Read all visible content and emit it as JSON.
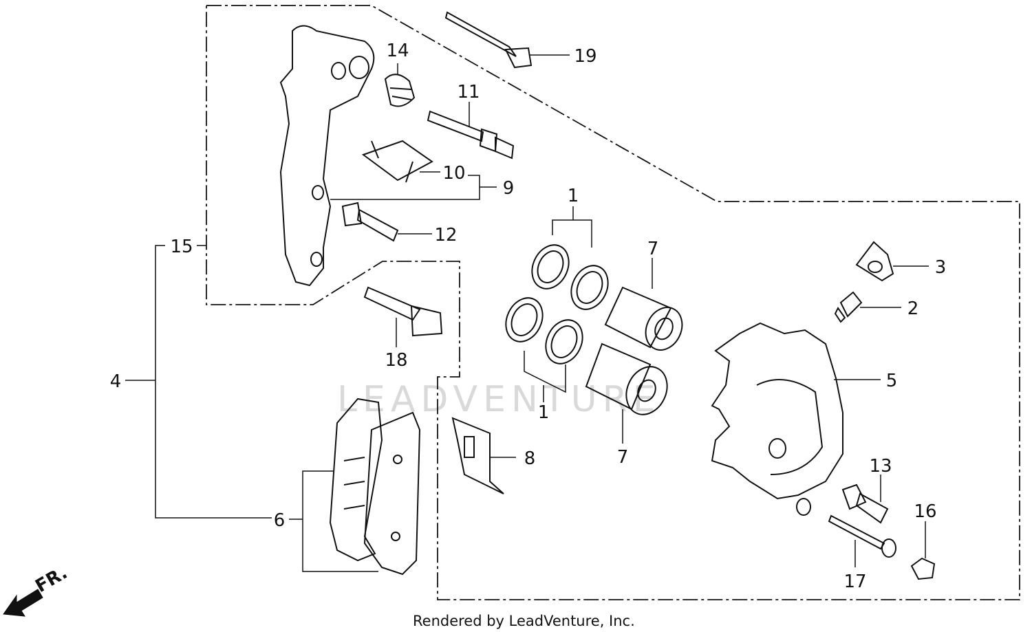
{
  "diagram": {
    "footer": "Rendered by LeadVenture, Inc.",
    "watermark": "LEADVENTURE",
    "direction_marker": "FR.",
    "callouts": [
      {
        "id": "c1a",
        "text": "1"
      },
      {
        "id": "c1b",
        "text": "1"
      },
      {
        "id": "c2",
        "text": "2"
      },
      {
        "id": "c3",
        "text": "3"
      },
      {
        "id": "c4",
        "text": "4"
      },
      {
        "id": "c5",
        "text": "5"
      },
      {
        "id": "c6",
        "text": "6"
      },
      {
        "id": "c7a",
        "text": "7"
      },
      {
        "id": "c7b",
        "text": "7"
      },
      {
        "id": "c8",
        "text": "8"
      },
      {
        "id": "c9",
        "text": "9"
      },
      {
        "id": "c10",
        "text": "10"
      },
      {
        "id": "c11",
        "text": "11"
      },
      {
        "id": "c12",
        "text": "12"
      },
      {
        "id": "c13",
        "text": "13"
      },
      {
        "id": "c14",
        "text": "14"
      },
      {
        "id": "c15",
        "text": "15"
      },
      {
        "id": "c16",
        "text": "16"
      },
      {
        "id": "c17",
        "text": "17"
      },
      {
        "id": "c18",
        "text": "18"
      },
      {
        "id": "c19",
        "text": "19"
      }
    ]
  }
}
